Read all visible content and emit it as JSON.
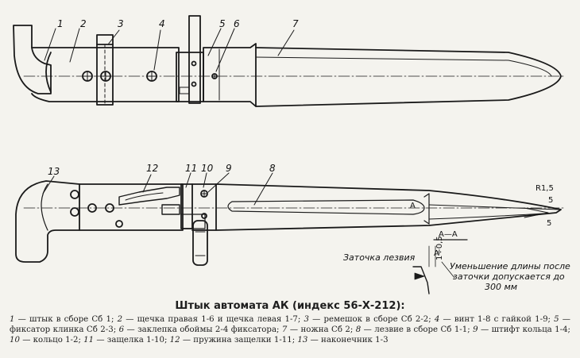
{
  "title": "Штык автомата АК (индекс 56-Х-212):",
  "part_numbers": {
    "1": "1",
    "2": "2",
    "3": "3",
    "4": "4",
    "5": "5",
    "6": "6",
    "7": "7",
    "8": "8",
    "9": "9",
    "10": "10",
    "11": "11",
    "12": "12",
    "13": "13"
  },
  "annotations": {
    "section_mark": "А",
    "section_label": "А—А",
    "sharpening_label": "Заточка лезвия",
    "note_line1": "Уменьшение длины после",
    "note_line2": "заточки допускается до",
    "note_line3": "300 мм",
    "radius": "R1,5",
    "dim_5": "5",
    "angle": "1÷0,5"
  },
  "legend": [
    {
      "num": "1",
      "text": "штык в сборе Сб 1;"
    },
    {
      "num": "2",
      "text": "щечка правая 1-6 и щечка левая 1-7;"
    },
    {
      "num": "3",
      "text": "ремешок в сборе Сб 2-2;"
    },
    {
      "num": "4",
      "text": "винт 1-8 с гайкой 1-9;"
    },
    {
      "num": "5",
      "text": "фиксатор клинка Сб 2-3;"
    },
    {
      "num": "6",
      "text": "заклепка обоймы 2-4 фиксатора;"
    },
    {
      "num": "7",
      "text": "ножна Сб 2;"
    },
    {
      "num": "8",
      "text": "лезвие в сборе Сб 1-1;"
    },
    {
      "num": "9",
      "text": "штифт кольца 1-4;"
    },
    {
      "num": "10",
      "text": "кольцо 1-2;"
    },
    {
      "num": "11",
      "text": "защелка 1-10;"
    },
    {
      "num": "12",
      "text": "пружина защелки 1-11;"
    },
    {
      "num": "13",
      "text": "наконечник 1-3"
    }
  ]
}
